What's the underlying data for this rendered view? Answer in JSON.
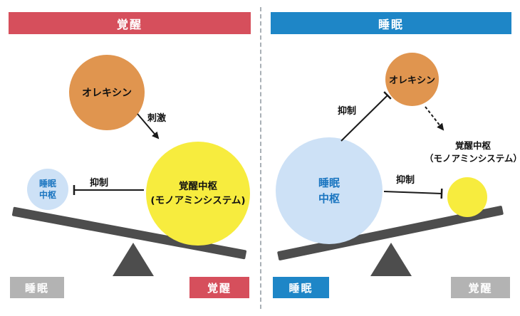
{
  "panels": {
    "left": {
      "header": "覚醒",
      "orexin_label": "オレキシン",
      "stimulus_label": "刺激",
      "wake_center_label": "覚醒中枢\n(モノアミンシステム)",
      "sleep_center_label": "睡眠\n中枢",
      "inhibit_label": "抑制",
      "seesaw_left_label": "睡眠",
      "seesaw_right_label": "覚醒"
    },
    "right": {
      "header": "睡眠",
      "orexin_label": "オレキシン",
      "inhibit_orexin_label": "抑制",
      "wake_center_label": "覚醒中枢\n（モノアミンシステム）",
      "sleep_center_label": "睡眠\n中枢",
      "inhibit_wake_label": "抑制",
      "seesaw_left_label": "睡眠",
      "seesaw_right_label": "覚醒"
    }
  },
  "colors": {
    "wake_red": "#d64f5c",
    "sleep_blue": "#1e86c7",
    "orexin_orange": "#e0954f",
    "wake_center_yellow": "#f7ec3e",
    "sleep_center_fill": "#cde1f6",
    "sleep_center_text": "#1a75c0",
    "inactive_gray": "#b3b3b3",
    "seesaw_gray": "#4d4d4d"
  }
}
